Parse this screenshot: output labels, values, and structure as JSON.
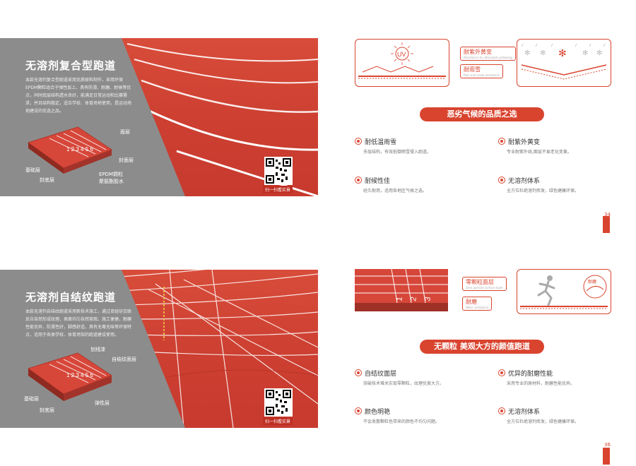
{
  "page34": {
    "title": "无溶剂复合型跑道",
    "desc": "本款无溶剂复合型跑道采用优质原料制作，采用环保EPDM颗粒组合于弹性层上，具有防滑、耐磨、耐候等优点，同时底层结构透水良好，能满足日常运动和比赛需求，并且结构稳定，适合学校、体育场地使用，是运动场地建设的优选之品。",
    "labels": {
      "surface": "面层",
      "seal_right": "封面层",
      "base": "基础层",
      "seal_bottom": "封底层",
      "epdm": "EPDM颗粒",
      "pu": "聚氨酯胶水"
    },
    "qr_caption": "扫一扫看实景",
    "uv_text": "UV",
    "tag_uv": "耐紫外黄变",
    "tag_uv_sub": "Resistance to ultraviolet yellowing",
    "tag_snow": "耐雨雪",
    "tag_snow_sub": "Rain and snow resistance",
    "banner": "恶劣气候的品质之选",
    "features": [
      {
        "title": "耐低温雨雪",
        "desc": "多层结构，有效抵御雨雪侵入跑道。"
      },
      {
        "title": "耐紫外黄变",
        "desc": "专业耐紫外线,面层不易老化变黄。"
      },
      {
        "title": "耐候性佳",
        "desc": "经久耐用，适用各地区气候之选。"
      },
      {
        "title": "无溶剂体系",
        "desc": "全方位杜绝溶剂挥发，绿色健康环保。"
      }
    ],
    "page_number": "34"
  },
  "page36": {
    "title": "无溶剂自结纹跑道",
    "desc": "本款无溶剂自结纹跑道采用新技术施工，通过双组份交联反应自然形成纹理，表面均匀自然美观，施工便捷，耐磨性能优异，防滑性好，脚感舒适，具有无毒无味等环保特点，适用于各类学校、体育场馆的跑道建设使用。",
    "labels": {
      "line": "划线漆",
      "texture": "自结纹面层",
      "base": "基础层",
      "seal": "封底层",
      "elastic": "弹性层"
    },
    "qr_caption": "扫一扫看实景",
    "tag_texture": "零颗粒面层",
    "tag_texture_sub": "Zero particle surface layer",
    "tag_wear": "耐磨",
    "tag_wear_sub": "Wear resistance",
    "wear_badge": "耐磨",
    "lane_numbers": [
      "1",
      "2",
      "3"
    ],
    "banner": "无颗粒 美观大方的颜值跑道",
    "features": [
      {
        "title": "自结纹面层",
        "desc": "突破技术难关实现零颗粒，纹理优美大方。"
      },
      {
        "title": "优异的耐磨性能",
        "desc": "采用专业的原材料，耐磨性能优异。"
      },
      {
        "title": "颜色明艳",
        "desc": "不会发散颗粒色带来的颜色不均匀问题。"
      },
      {
        "title": "无溶剂体系",
        "desc": "全方位杜绝溶剂挥发，绿色健康环保。"
      }
    ],
    "page_number": "36"
  },
  "colors": {
    "accent": "#d9442f",
    "track": "#cc3f31",
    "grey_panel": "#8c8c8c"
  }
}
